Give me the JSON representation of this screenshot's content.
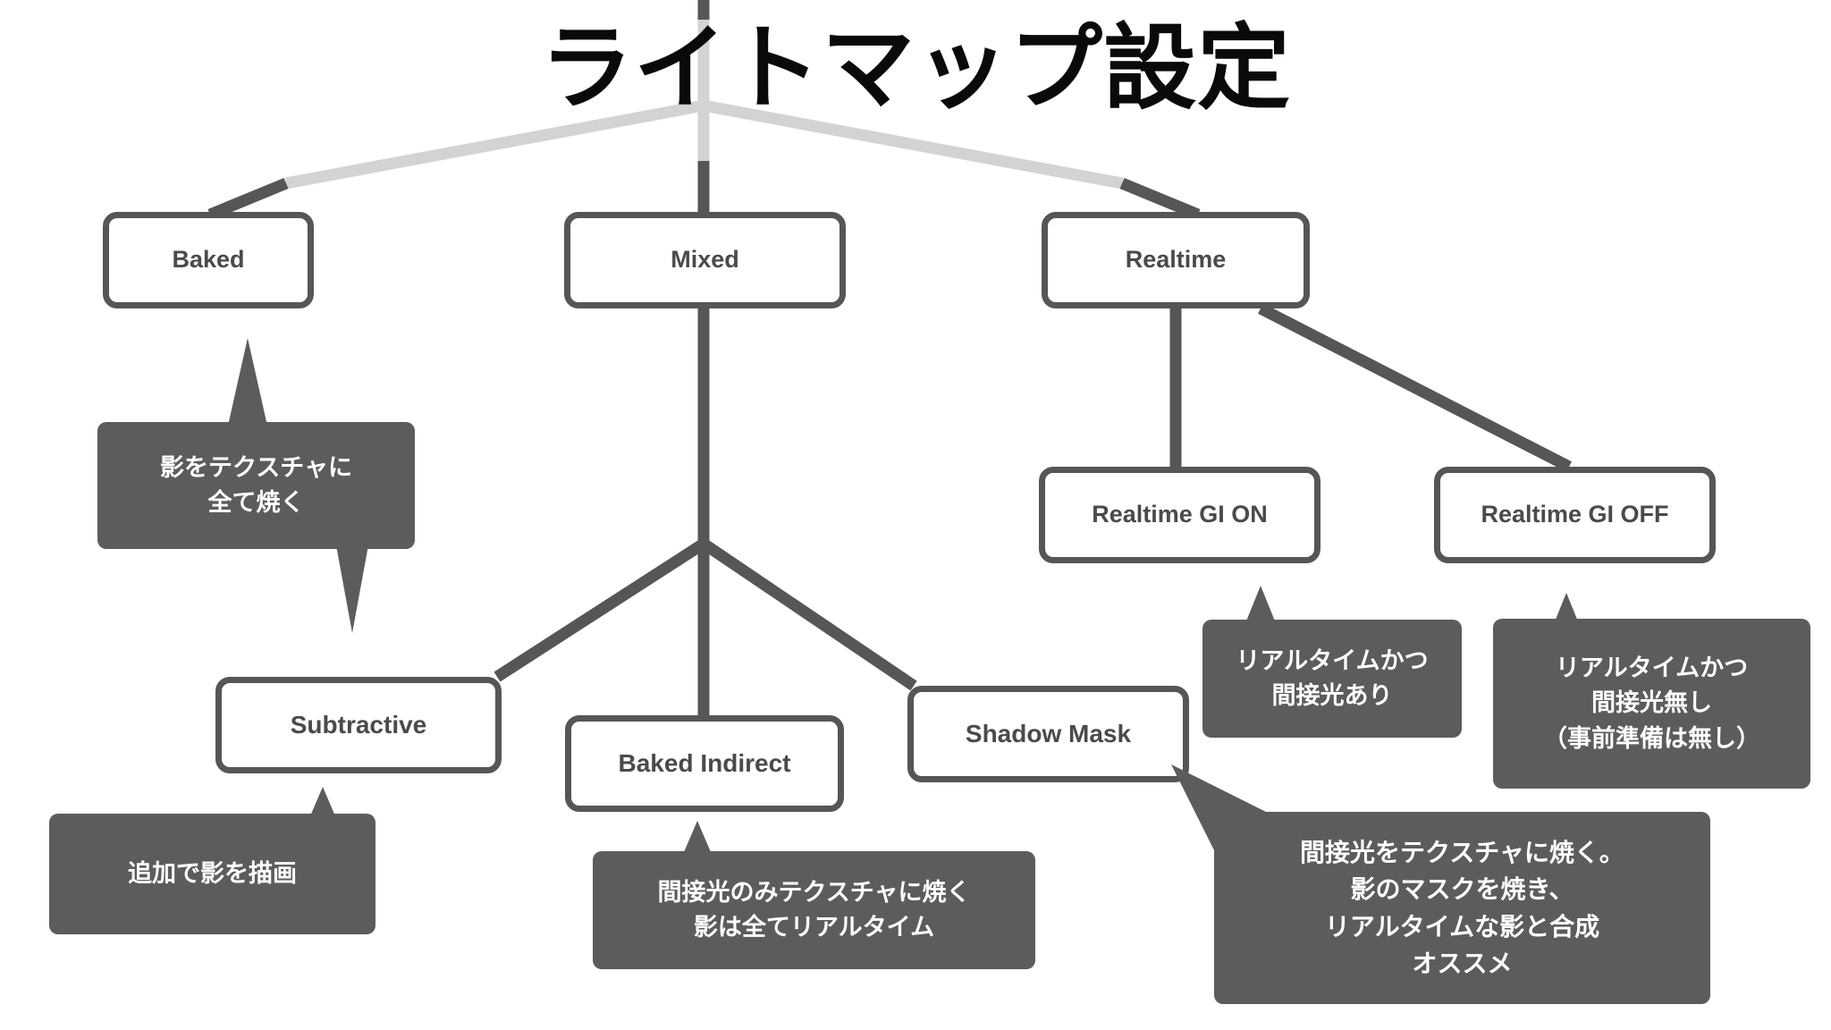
{
  "page": {
    "title": "ライトマップ設定",
    "background_color": "#ffffff",
    "node_border_color": "#565656",
    "node_text_color": "#4a4a4a",
    "callout_fill_color": "#5c5c5c",
    "callout_text_color": "#ffffff",
    "connector_color": "#565656",
    "connector_faded_color": "#d3d3d3"
  },
  "nodes": {
    "baked": "Baked",
    "mixed": "Mixed",
    "realtime": "Realtime",
    "realtime_gi_on": "Realtime GI ON",
    "realtime_gi_off": "Realtime GI OFF",
    "subtractive": "Subtractive",
    "baked_indirect": "Baked Indirect",
    "shadow_mask": "Shadow Mask"
  },
  "callouts": {
    "baked_note": {
      "lines": [
        "影をテクスチャに",
        "全て焼く"
      ]
    },
    "subtractive_note": {
      "lines": [
        "追加で影を描画"
      ]
    },
    "baked_indirect_note": {
      "lines": [
        "間接光のみテクスチャに焼く",
        "影は全てリアルタイム"
      ]
    },
    "shadow_mask_note": {
      "lines": [
        "間接光をテクスチャに焼く。",
        "影のマスクを焼き、",
        "リアルタイムな影と合成",
        "オススメ"
      ]
    },
    "gi_on_note": {
      "lines": [
        "リアルタイムかつ",
        "間接光あり"
      ]
    },
    "gi_off_note": {
      "lines": [
        "リアルタイムかつ",
        "間接光無し",
        "（事前準備は無し）"
      ]
    }
  }
}
